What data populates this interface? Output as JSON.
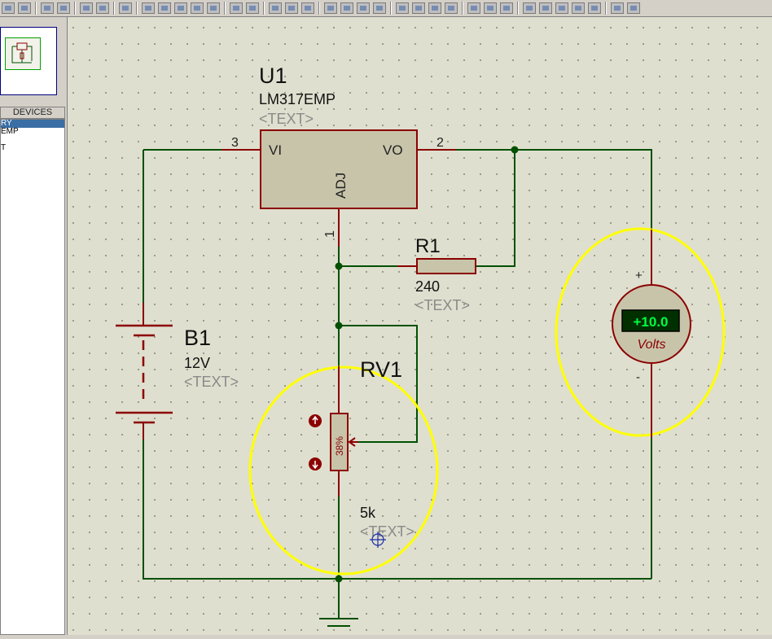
{
  "panel": {
    "devices_header": "DEVICES",
    "devices": [
      "RY",
      "EMP",
      "",
      "T"
    ],
    "selected_index": 0
  },
  "schematic": {
    "u1": {
      "ref": "U1",
      "value": "LM317EMP",
      "text": "<TEXT>",
      "pin_vi": "VI",
      "pin_vo": "VO",
      "pin_adj": "ADJ",
      "pin3": "3",
      "pin2": "2",
      "pin1": "1"
    },
    "r1": {
      "ref": "R1",
      "value": "240",
      "text": "<TEXT>"
    },
    "b1": {
      "ref": "B1",
      "value": "12V",
      "text": "<TEXT>"
    },
    "rv1": {
      "ref": "RV1",
      "value": "5k",
      "text": "<TEXT>",
      "position": "38%"
    },
    "voltmeter": {
      "reading": "+10.0",
      "unit": "Volts",
      "plus": "+",
      "minus": "-"
    }
  },
  "colors": {
    "wire": "#005000",
    "body": "#c8c4aa",
    "outline": "#8b0000",
    "highlight": "#ffff00",
    "lcd": "#00ff40"
  }
}
